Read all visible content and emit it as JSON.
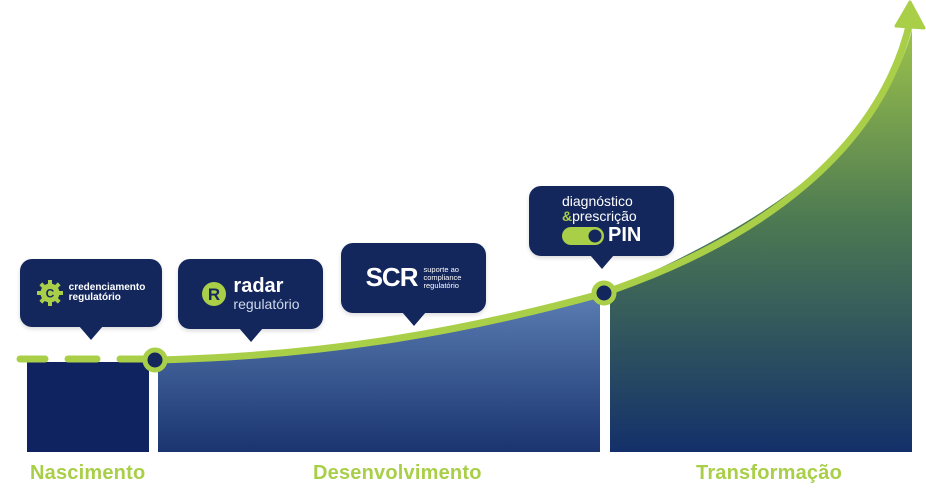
{
  "colors": {
    "navy": "#13275d",
    "deep_navy": "#0f2360",
    "mid_blue": "#4f71a6",
    "green": "#a9cf49",
    "forest": "#5b7f3e",
    "white": "#ffffff"
  },
  "stages": {
    "birth": "Nascimento",
    "development": "Desenvolvimento",
    "transformation": "Transformação"
  },
  "products": {
    "credenciamento": {
      "line1": "credenciamento",
      "line2": "regulatório",
      "icon": "gear-badge-icon",
      "icon_letter": "C"
    },
    "radar": {
      "line1": "radar",
      "line2": "regulatório",
      "icon": "radar-r-icon",
      "icon_letter": "R"
    },
    "scr": {
      "mark": "SCR",
      "line1": "suporte ao",
      "line2": "compliance",
      "line3": "regulatório"
    },
    "pin": {
      "line1": "diagnóstico",
      "line2_prefix": "&",
      "line2": "prescrição",
      "mark": "PIN",
      "icon": "toggle-switch-icon"
    }
  }
}
